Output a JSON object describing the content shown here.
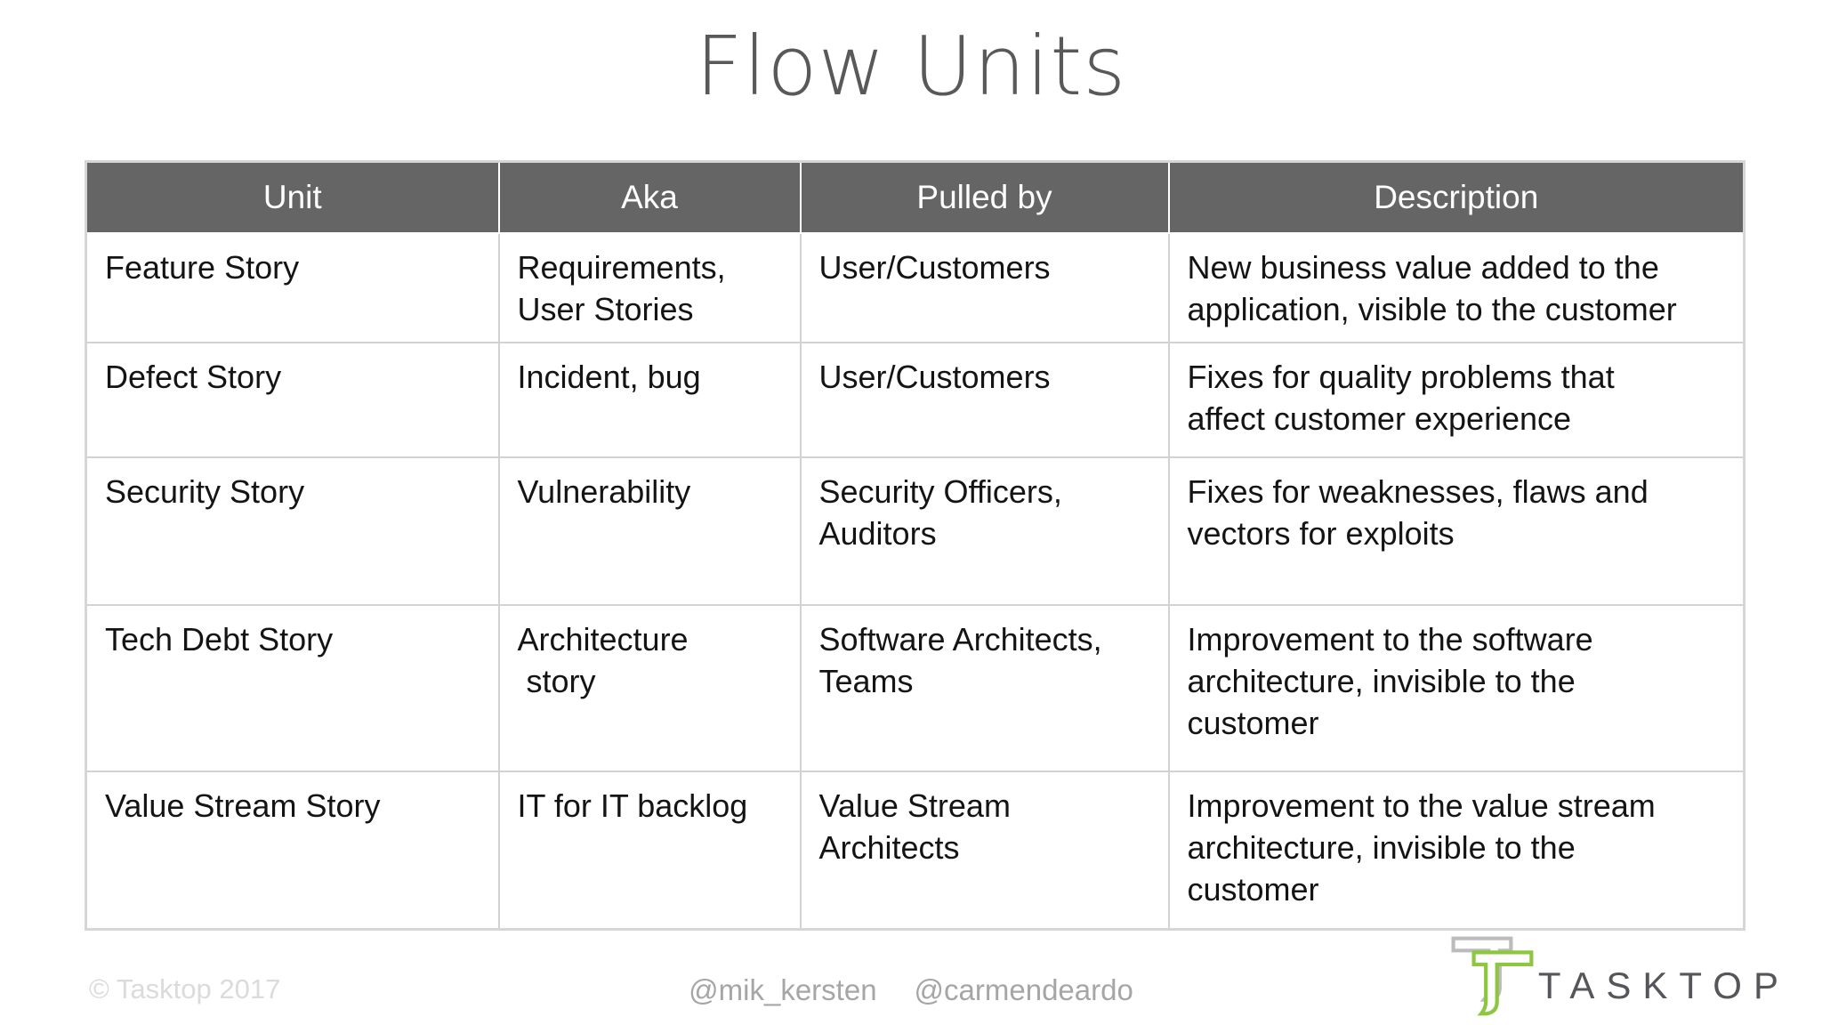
{
  "title": "Flow Units",
  "table": {
    "headers": [
      "Unit",
      "Aka",
      "Pulled by",
      "Description"
    ],
    "rows": [
      {
        "unit": "Feature Story",
        "aka": "Requirements,\nUser Stories",
        "pulled_by": "User/Customers",
        "description": "New business value added to the\napplication, visible to the customer"
      },
      {
        "unit": "Defect Story",
        "aka": "Incident, bug",
        "pulled_by": "User/Customers",
        "description": "Fixes for quality problems that\naffect customer experience"
      },
      {
        "unit": "Security Story",
        "aka": "Vulnerability",
        "pulled_by": "Security Officers,\nAuditors",
        "description": "Fixes for weaknesses, flaws and\nvectors for exploits"
      },
      {
        "unit": "Tech Debt Story",
        "aka": "Architecture\n story",
        "pulled_by": "Software Architects,\nTeams",
        "description": "Improvement to the software\narchitecture, invisible to the\ncustomer"
      },
      {
        "unit": "Value Stream Story",
        "aka": "IT for IT backlog",
        "pulled_by": "Value Stream\nArchitects",
        "description": "Improvement to the value stream\narchitecture, invisible to the\ncustomer"
      }
    ]
  },
  "footer": {
    "copyright": "© Tasktop 2017",
    "handles": [
      "@mik_kersten",
      "@carmendeardo"
    ],
    "logo_text": "TASKTOP"
  },
  "colors": {
    "header_background": "#656565",
    "header_text": "#ffffff",
    "title_text": "#595959",
    "body_text": "#141414",
    "table_border": "#d2d2d2",
    "logo_green": "#8DC63F",
    "logo_gray": "#BCBCBC",
    "logo_text_color": "#55565A",
    "copyright_text": "#DBDBDB",
    "handles_text": "#A6A6A6"
  }
}
